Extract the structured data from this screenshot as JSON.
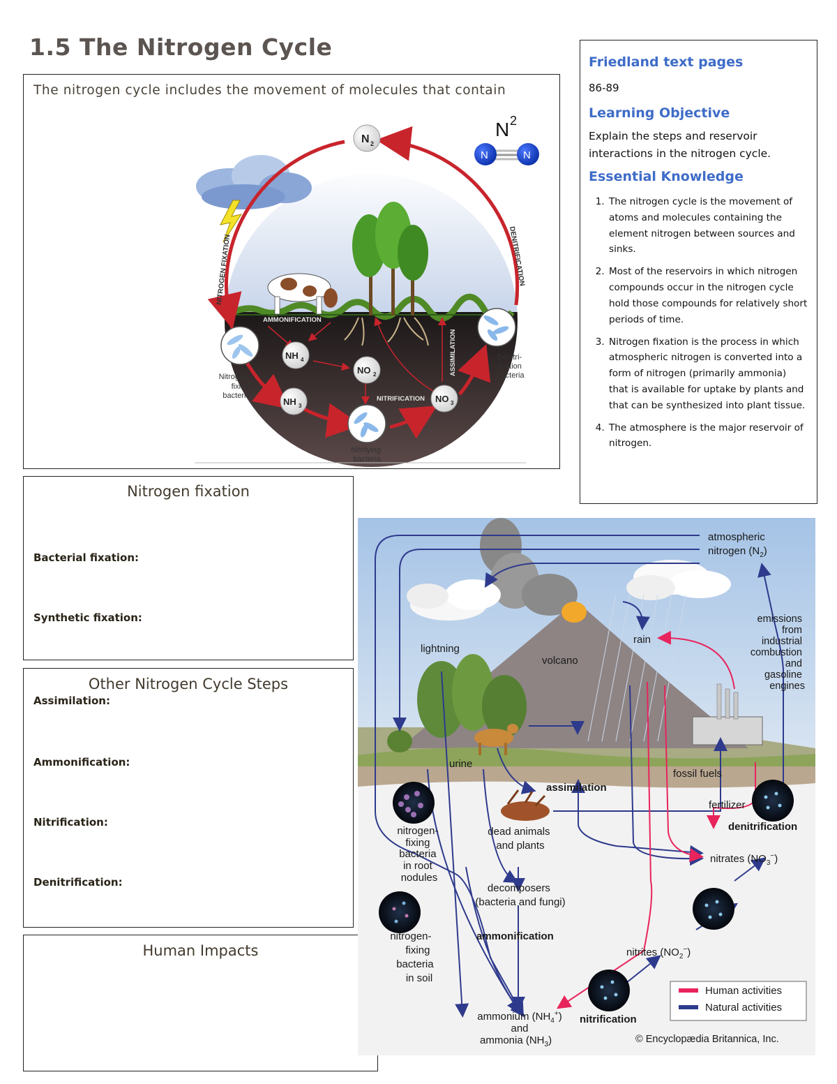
{
  "page": {
    "title": "1.5 The Nitrogen Cycle"
  },
  "intro": {
    "text": "The nitrogen cycle includes the movement of molecules that contain"
  },
  "cycle_diagram": {
    "molecule_label": "N",
    "molecule_superscript": "2",
    "atom_label": "N",
    "nodes": {
      "n2": "N",
      "nh4": "NH",
      "no2": "NO",
      "nh3": "NH",
      "no3": "NO",
      "sub2": "2",
      "sub4": "4",
      "sub3": "3"
    },
    "processes": {
      "nitrogen_fixation": "NITROGEN FIXATION",
      "denitrification": "DENITRIFICATION",
      "ammonification": "AMMONIFICATION",
      "assimilation": "ASSIMILATION",
      "nitrification": "NITRIFICATION"
    },
    "bacteria": {
      "fixing": [
        "Nitrogen",
        "fixing",
        "bacteria"
      ],
      "denitrifying": [
        "Denitri-",
        "fication",
        "bacteria"
      ],
      "nitrifying": [
        "Nitrifying",
        "bacteria"
      ]
    }
  },
  "sidebar": {
    "text_pages_heading": "Friedland text pages",
    "text_pages": "86-89",
    "objective_heading": "Learning Objective",
    "objective": "Explain the steps and reservoir interactions in the nitrogen cycle.",
    "knowledge_heading": "Essential Knowledge",
    "knowledge": [
      "The nitrogen cycle is the movement of atoms and molecules containing the element nitrogen between sources and sinks.",
      "Most of the reservoirs in which nitrogen compounds occur in the nitrogen cycle hold those compounds for relatively short periods of time.",
      "Nitrogen fixation is the process in which atmospheric nitrogen is converted into a form of nitrogen (primarily ammonia) that is available for uptake by plants and that can be synthesized into plant tissue.",
      "The atmosphere is the major reservoir of nitrogen."
    ]
  },
  "fixation_panel": {
    "title": "Nitrogen fixation",
    "bacterial_label": "Bacterial fixation:",
    "synthetic_label": "Synthetic fixation:"
  },
  "steps_panel": {
    "title": "Other Nitrogen Cycle Steps",
    "labels": [
      "Assimilation:",
      "Ammonification:",
      "Nitrification:",
      "Denitrification:"
    ]
  },
  "impacts_panel": {
    "title": "Human Impacts"
  },
  "britannica": {
    "atmospheric": "atmospheric",
    "nitrogen_n2": "nitrogen (N",
    "n2_sub": "2",
    "emissions": [
      "emissions",
      "from",
      "industrial",
      "combustion",
      "and",
      "gasoline",
      "engines"
    ],
    "rain": "rain",
    "lightning": "lightning",
    "volcano": "volcano",
    "urine": "urine",
    "assimilation": "assimilation",
    "fossil_fuels": "fossil fuels",
    "fertilizer": "fertilizer",
    "denitrification": "denitrification",
    "root_bacteria": [
      "nitrogen-",
      "fixing",
      "bacteria",
      "in root",
      "nodules"
    ],
    "dead": [
      "dead animals",
      "and plants"
    ],
    "nitrates": "nitrates (NO",
    "nitrates_sub": "3",
    "nitrates_sup": "−",
    "decomposers": [
      "decomposers",
      "(bacteria and fungi)"
    ],
    "ammonification": "ammonification",
    "soil_bacteria": [
      "nitrogen-",
      "fixing",
      "bacteria",
      "in soil"
    ],
    "nitrites": "nitrites (NO",
    "nitrites_sub": "2",
    "nitrites_sup": "−",
    "ammonium": "ammonium (NH",
    "ammonium_sub": "4",
    "ammonium_sup": "+",
    "and": "and",
    "ammonia": "ammonia (NH",
    "ammonia_sub": "3",
    "nitrification": "nitrification",
    "legend": {
      "human": "Human activities",
      "natural": "Natural activities",
      "human_color": "#e8245c",
      "natural_color": "#2e3a8c"
    },
    "credit": "© Encyclopædia Britannica, Inc."
  }
}
